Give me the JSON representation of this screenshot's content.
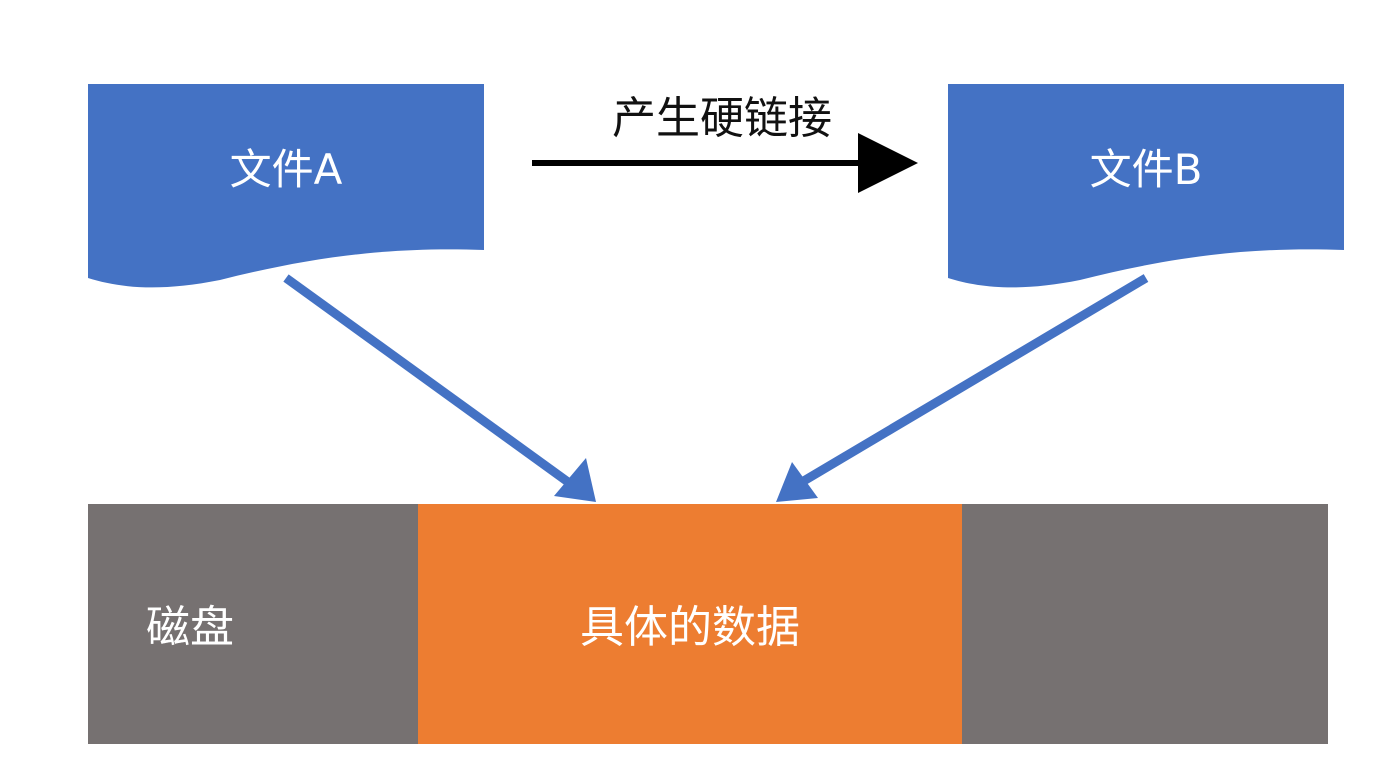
{
  "diagram": {
    "file_a": {
      "label": "文件A"
    },
    "file_b": {
      "label": "文件B"
    },
    "link": {
      "label": "产生硬链接"
    },
    "disk": {
      "label": "磁盘"
    },
    "data_block": {
      "label": "具体的数据"
    }
  },
  "colors": {
    "file_fill": "#4472C4",
    "arrow_blue": "#4472C4",
    "disk_gray": "#767171",
    "data_orange": "#ED7D31",
    "link_arrow": "#000000"
  }
}
